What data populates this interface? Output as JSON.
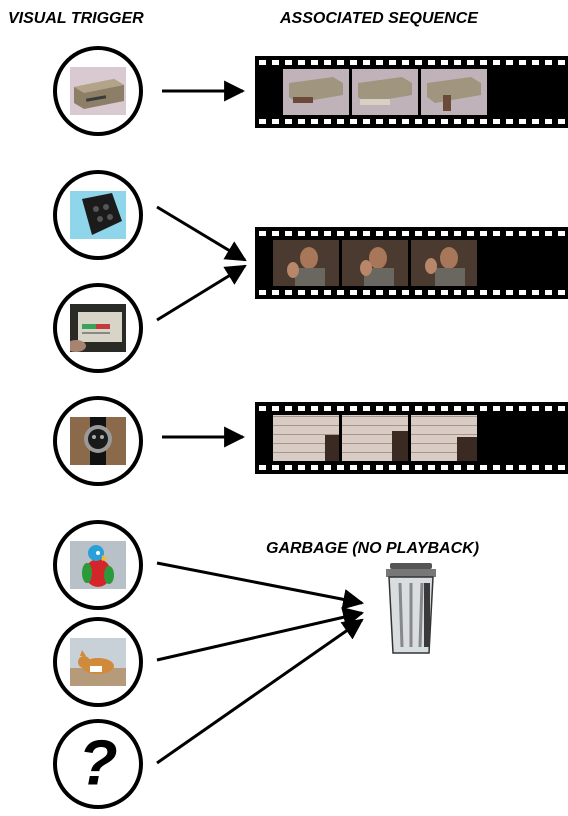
{
  "headers": {
    "trigger": "VISUAL TRIGGER",
    "sequence": "ASSOCIATED SEQUENCE",
    "garbage": "GARBAGE (NO PLAYBACK)"
  },
  "triggers": [
    {
      "name": "vcr-device",
      "content": "photo"
    },
    {
      "name": "dark-object",
      "content": "photo"
    },
    {
      "name": "control-panel",
      "content": "photo"
    },
    {
      "name": "wristwatch",
      "content": "photo"
    },
    {
      "name": "parrot-toy",
      "content": "photo"
    },
    {
      "name": "cat",
      "content": "photo"
    },
    {
      "name": "unknown",
      "content": "?"
    }
  ],
  "sequences": [
    {
      "name": "vcr-operation",
      "frames": 3
    },
    {
      "name": "person-gesturing",
      "frames": 3
    },
    {
      "name": "calendar-pointing",
      "frames": 3
    }
  ],
  "mapping": [
    {
      "trigger": "vcr-device",
      "target": "vcr-operation"
    },
    {
      "trigger": "dark-object",
      "target": "person-gesturing"
    },
    {
      "trigger": "control-panel",
      "target": "person-gesturing"
    },
    {
      "trigger": "wristwatch",
      "target": "calendar-pointing"
    },
    {
      "trigger": "parrot-toy",
      "target": "garbage"
    },
    {
      "trigger": "cat",
      "target": "garbage"
    },
    {
      "trigger": "unknown",
      "target": "garbage"
    }
  ],
  "colors": {
    "ink": "#000000",
    "film": "#000000",
    "perforation": "#ffffff"
  }
}
